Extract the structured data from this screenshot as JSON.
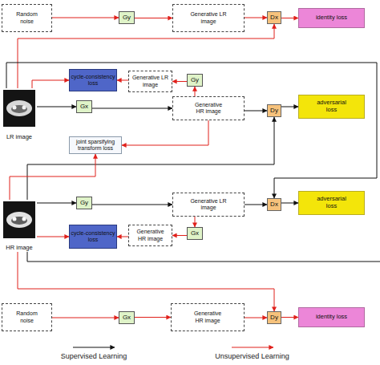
{
  "diagram": {
    "nodes": [
      {
        "text": [
          "Random noise"
        ]
      },
      {
        "text": [
          "Gy"
        ]
      },
      {
        "text": [
          "Generative LR image"
        ]
      },
      {
        "text": [
          "Dx"
        ]
      },
      {
        "text": [
          "identity loss"
        ]
      },
      {
        "text": [
          "LR image"
        ]
      },
      {
        "text": [
          "cycle-consistency loss"
        ]
      },
      {
        "text": [
          "Generative LR image"
        ]
      },
      {
        "text": [
          "Gy"
        ]
      },
      {
        "text": [
          "Gx"
        ]
      },
      {
        "text": [
          "Generative HR image"
        ]
      },
      {
        "text": [
          "Dy"
        ]
      },
      {
        "text": [
          "adversarial loss"
        ]
      },
      {
        "text": [
          "joint sparsifying transform loss"
        ]
      },
      {
        "text": [
          "HR image"
        ]
      },
      {
        "text": [
          "Gy"
        ]
      },
      {
        "text": [
          "Generative LR image"
        ]
      },
      {
        "text": [
          "Dx"
        ]
      },
      {
        "text": [
          "adversarial loss"
        ]
      },
      {
        "text": [
          "cycle-consistency loss"
        ]
      },
      {
        "text": [
          "Generative HR image"
        ]
      },
      {
        "text": [
          "Gx"
        ]
      },
      {
        "text": [
          "Random noise"
        ]
      },
      {
        "text": [
          "Gx"
        ]
      },
      {
        "text": [
          "Generative HR image"
        ]
      },
      {
        "text": [
          "Dy"
        ]
      },
      {
        "text": [
          "identity loss"
        ]
      }
    ],
    "edges": [
      {
        "from": 0,
        "to": 1,
        "arrow": "to"
      },
      {
        "from": 1,
        "to": 2,
        "arrow": "to"
      },
      {
        "from": 2,
        "to": 3,
        "arrow": "to"
      },
      {
        "from": 3,
        "to": 4,
        "arrow": "to"
      },
      {
        "from": 5,
        "to": 3,
        "arrow": "to"
      },
      {
        "from": 5,
        "to": 6,
        "arrow": "to"
      },
      {
        "from": 7,
        "to": 6,
        "arrow": "to"
      },
      {
        "from": 8,
        "to": 7,
        "arrow": "to"
      },
      {
        "from": 10,
        "to": 8,
        "arrow": "to"
      },
      {
        "from": 5,
        "to": 9,
        "arrow": "to"
      },
      {
        "from": 9,
        "to": 10,
        "arrow": "to"
      },
      {
        "from": 10,
        "to": 11,
        "arrow": "to"
      },
      {
        "from": 11,
        "to": 12,
        "arrow": "to"
      },
      {
        "from": 10,
        "to": 13,
        "arrow": "to"
      },
      {
        "from": 14,
        "to": 11,
        "arrow": "to"
      },
      {
        "from": 5,
        "to": 17,
        "arrow": "to"
      },
      {
        "from": 14,
        "to": 13,
        "arrow": "to"
      },
      {
        "from": 14,
        "to": 15,
        "arrow": "to"
      },
      {
        "from": 15,
        "to": 16,
        "arrow": "to"
      },
      {
        "from": 16,
        "to": 17,
        "arrow": "to"
      },
      {
        "from": 17,
        "to": 18,
        "arrow": "to"
      },
      {
        "from": 16,
        "to": 21,
        "arrow": "to"
      },
      {
        "from": 21,
        "to": 20,
        "arrow": "to"
      },
      {
        "from": 20,
        "to": 19,
        "arrow": "to"
      },
      {
        "from": 14,
        "to": 19,
        "arrow": "to"
      },
      {
        "from": 14,
        "to": 25,
        "arrow": "to"
      },
      {
        "from": 22,
        "to": 23,
        "arrow": "to"
      },
      {
        "from": 23,
        "to": 24,
        "arrow": "to"
      },
      {
        "from": 24,
        "to": 25,
        "arrow": "to"
      },
      {
        "from": 25,
        "to": 26,
        "arrow": "to"
      }
    ],
    "legend": [
      {
        "text": "Supervised Learning"
      },
      {
        "text": "Unsupervised Learning"
      }
    ]
  }
}
